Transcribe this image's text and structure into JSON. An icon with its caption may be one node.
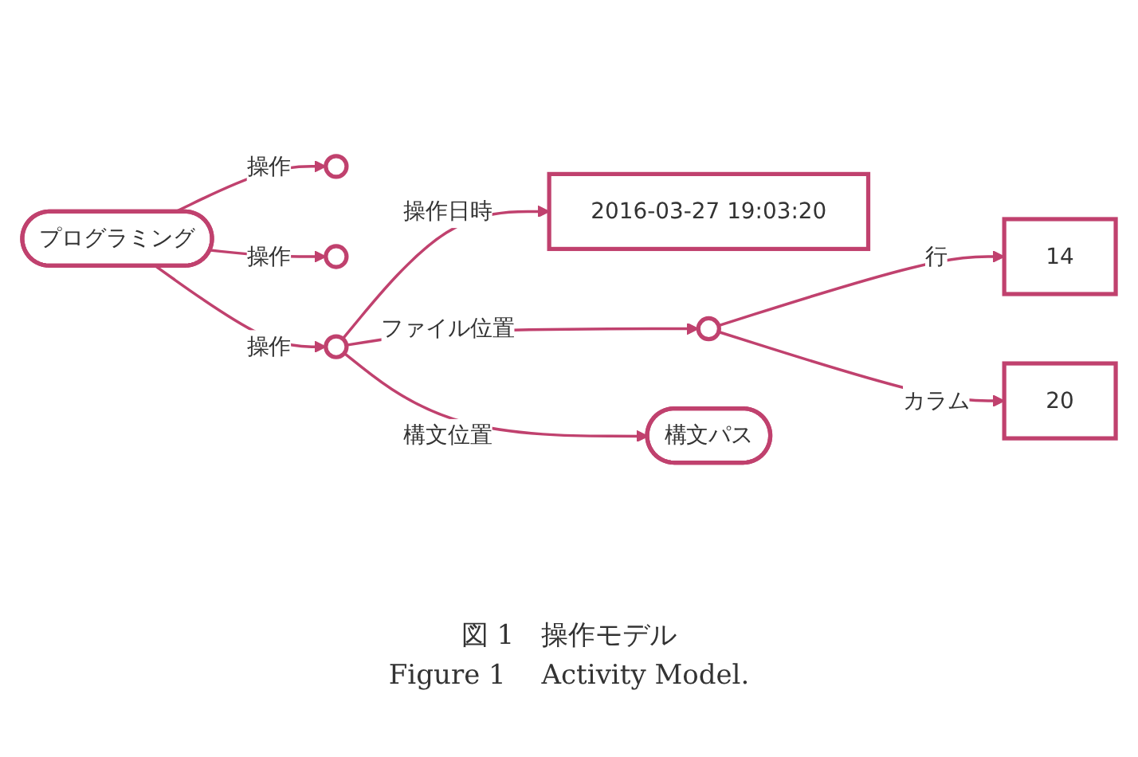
{
  "diagram": {
    "caption": "図 1　操作モデル",
    "nodes": [
      {
        "text": [
          "プログラミング"
        ]
      },
      {
        "text": [],
        "shape": "circle"
      },
      {
        "text": [],
        "shape": "circle"
      },
      {
        "text": [],
        "shape": "circle"
      },
      {
        "text": [
          "2016-03-27 19:03:20"
        ]
      },
      {
        "text": [],
        "shape": "circle"
      },
      {
        "text": [
          "14"
        ]
      },
      {
        "text": [
          "20"
        ]
      },
      {
        "text": [
          "構文パス"
        ]
      }
    ],
    "edges": [
      {
        "from": 0,
        "to": 1,
        "arrow": "to",
        "label": "操作"
      },
      {
        "from": 0,
        "to": 2,
        "arrow": "to",
        "label": "操作"
      },
      {
        "from": 0,
        "to": 3,
        "arrow": "to",
        "label": "操作"
      },
      {
        "from": 3,
        "to": 4,
        "arrow": "to",
        "label": "操作日時"
      },
      {
        "from": 3,
        "to": 5,
        "arrow": "to",
        "label": "ファイル位置"
      },
      {
        "from": 3,
        "to": 8,
        "arrow": "to",
        "label": "構文位置"
      },
      {
        "from": 5,
        "to": 6,
        "arrow": "to",
        "label": "行"
      },
      {
        "from": 5,
        "to": 7,
        "arrow": "to",
        "label": "カラム"
      }
    ],
    "labels": [
      "Figure 1　 Activity Model."
    ]
  }
}
